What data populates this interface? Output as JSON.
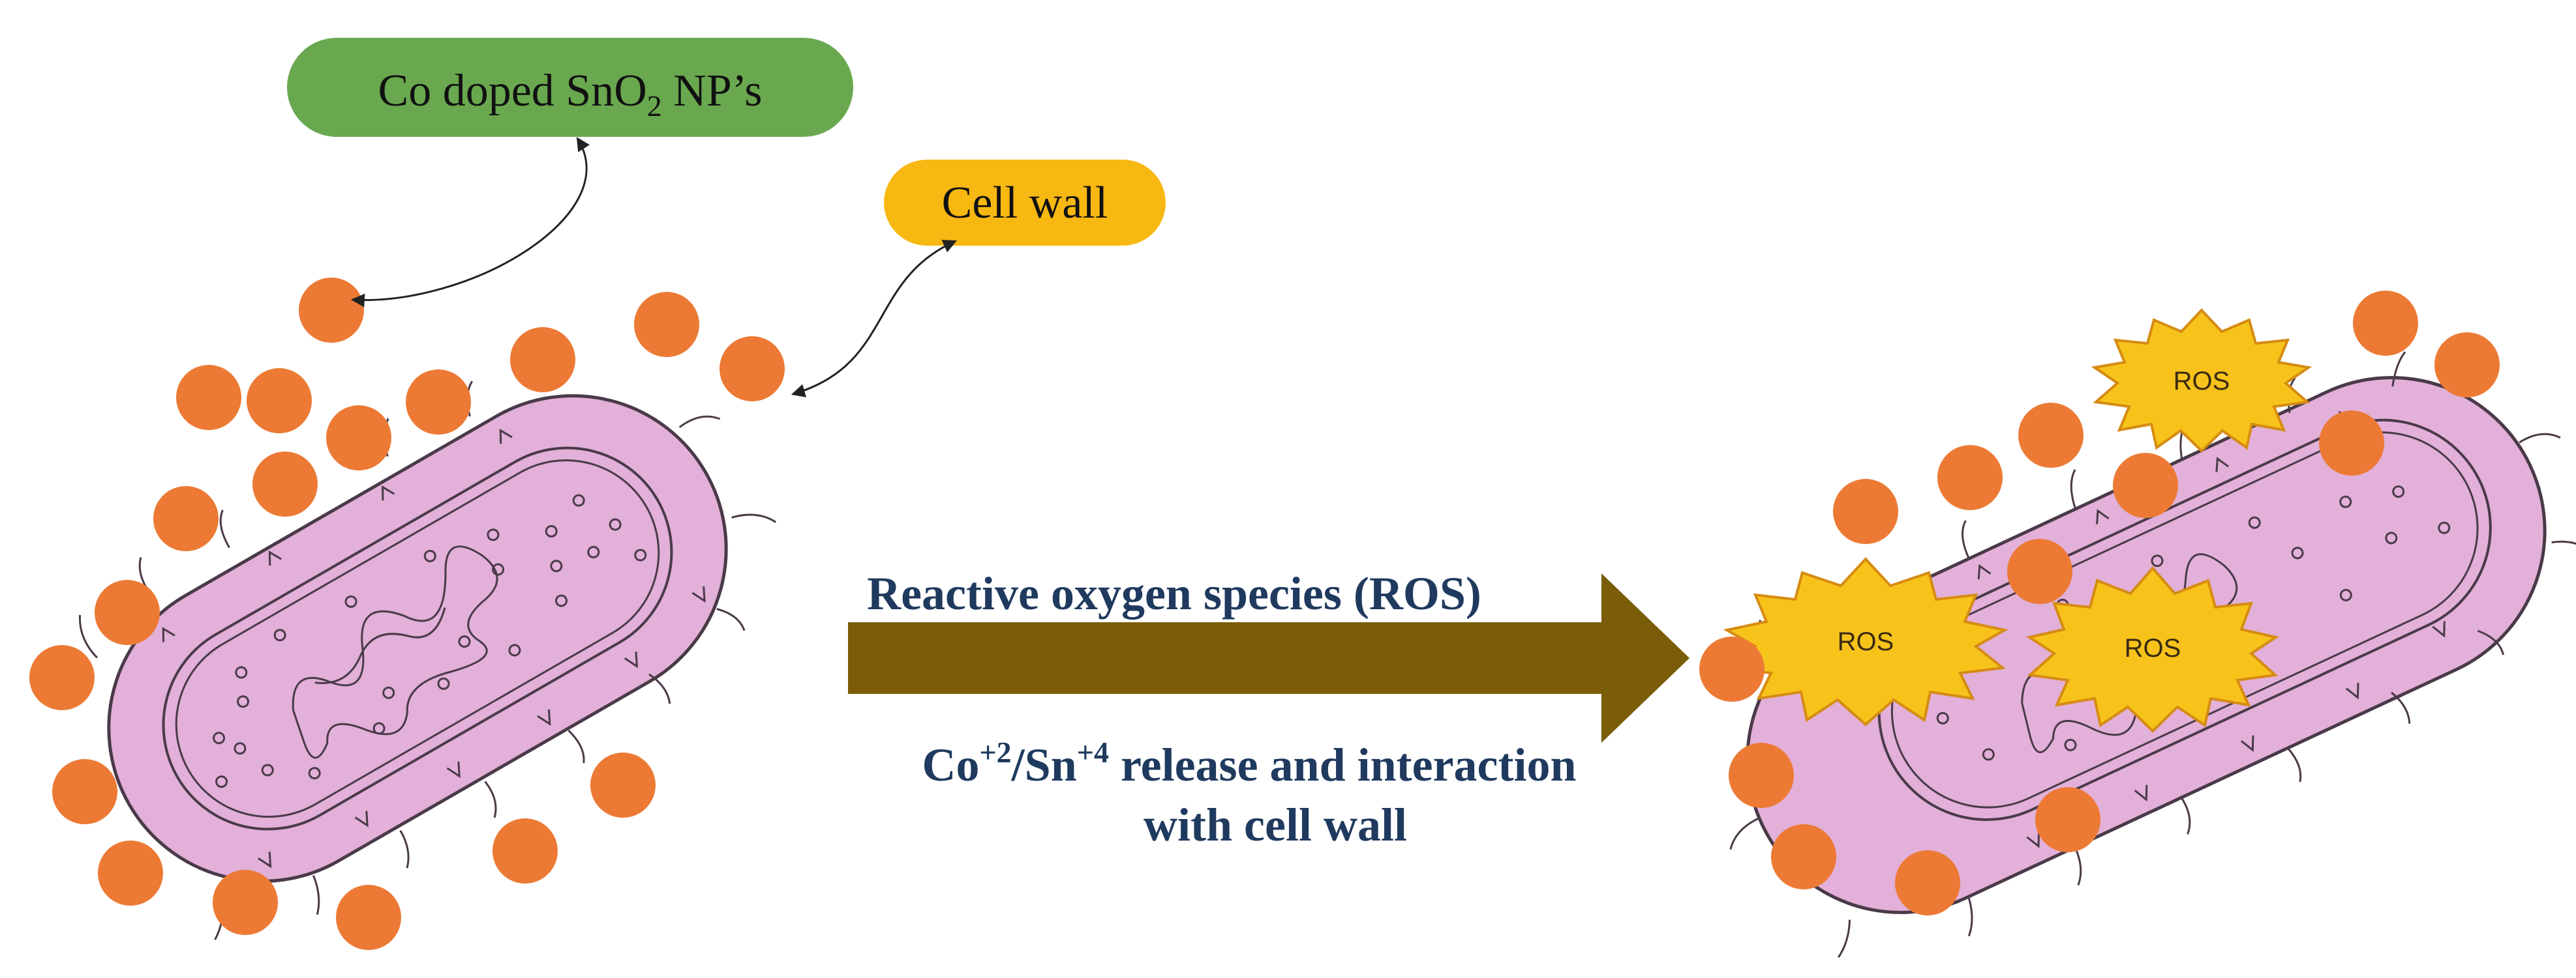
{
  "labels": {
    "np_label": {
      "prefix": "Co doped SnO",
      "sub": "2",
      "suffix": " NP’s"
    },
    "cell_wall": "Cell wall",
    "ros_marker": "ROS",
    "arrow_top": "Reactive oxygen species (ROS)",
    "arrow_bottom_line1": {
      "a": "Co",
      "sup1": "+2",
      "b": "/Sn",
      "sup2": "+4",
      "c": " release and interaction"
    },
    "arrow_bottom_line2": "with cell wall"
  },
  "colors": {
    "cell_fill": "#e2b0d8",
    "cell_stroke": "#4a3a48",
    "nanoparticle": "#ec7a35",
    "np_label_bg": "#6aa84f",
    "cell_wall_label_bg": "#f8b812",
    "ros_fill": "#f7c31b",
    "ros_stroke": "#d68b12",
    "arrow_fill": "#7b5c08",
    "arrow_text": "#1f3a5e"
  },
  "icons": {
    "bacterium": "rod-shaped-bacterium",
    "nanoparticle": "orange-sphere",
    "ros": "starburst"
  }
}
